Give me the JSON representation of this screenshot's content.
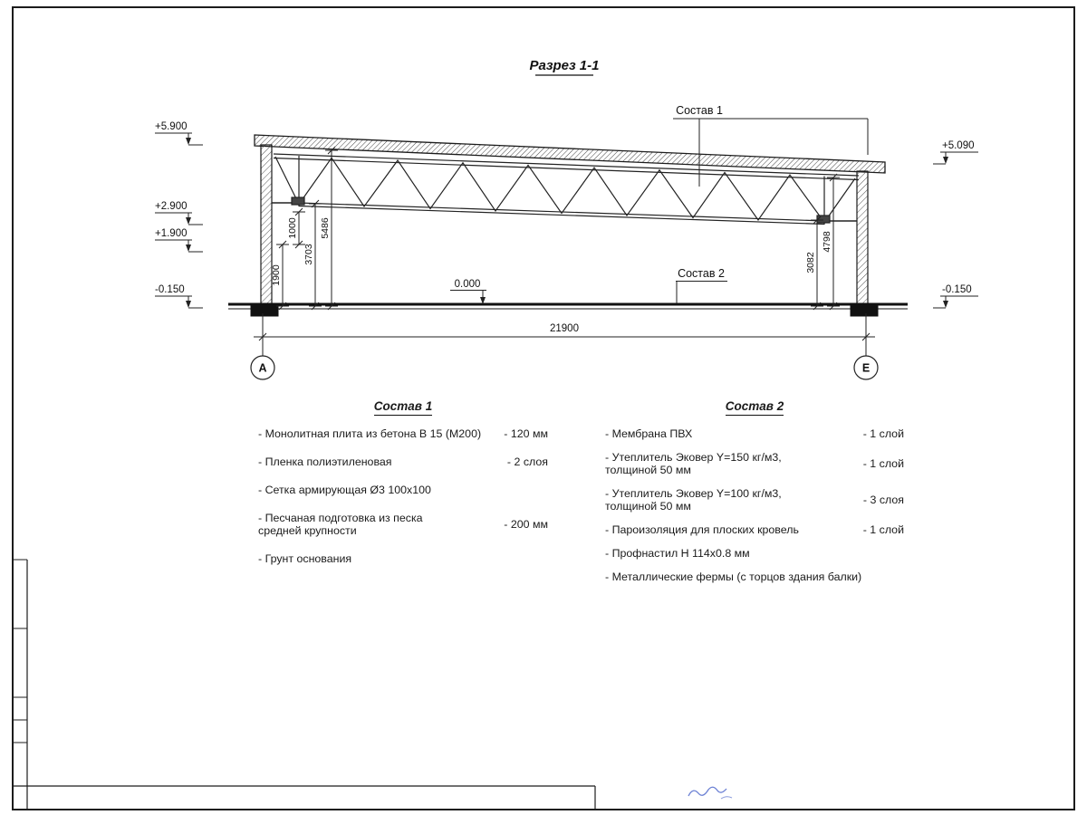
{
  "page": {
    "title": "Разрез 1-1"
  },
  "callouts": {
    "sostav1": "Состав 1",
    "sostav2": "Состав 2"
  },
  "elevations": {
    "left": [
      "+5.900",
      "+2.900",
      "+1.900",
      "-0.150"
    ],
    "right_top": "+5.090",
    "right_bottom": "-0.150",
    "zero": "0.000"
  },
  "dimensions": {
    "v_left": [
      "1900",
      "1000",
      "3703",
      "5486"
    ],
    "v_right": [
      "3082",
      "4798"
    ],
    "span": "21900"
  },
  "axes": {
    "left": "А",
    "right": "Е"
  },
  "composition1": {
    "heading": "Состав 1",
    "items": [
      {
        "text": "- Монолитная плита из бетона В 15 (М200)",
        "value": "- 120 мм"
      },
      {
        "text": "- Пленка полиэтиленовая",
        "value": "- 2 слоя"
      },
      {
        "text": "- Сетка армирующая Ø3 100х100",
        "value": ""
      },
      {
        "text": "- Песчаная подготовка из песка\nсредней крупности",
        "value": "- 200 мм"
      },
      {
        "text": "- Грунт основания",
        "value": ""
      }
    ]
  },
  "composition2": {
    "heading": "Состав 2",
    "items": [
      {
        "text": "- Мембрана ПВХ",
        "value": "- 1 слой"
      },
      {
        "text": "- Утеплитель Эковер Y=150 кг/м3,\nтолщиной 50 мм",
        "value": "- 1 слой"
      },
      {
        "text": "- Утеплитель Эковер Y=100 кг/м3,\nтолщиной 50 мм",
        "value": "- 3 слоя"
      },
      {
        "text": "- Пароизоляция для плоских кровель",
        "value": "- 1 слой"
      },
      {
        "text": "- Профнастил Н 114х0.8 мм",
        "value": ""
      },
      {
        "text": "- Металлические фермы (с торцов здания балки)",
        "value": ""
      }
    ]
  }
}
